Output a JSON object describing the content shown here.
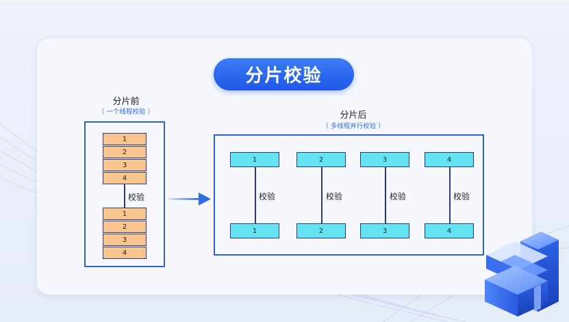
{
  "title": "分片校验",
  "before": {
    "label": "分片前",
    "sub": "（ 一个线程校验 ）",
    "top_shards": [
      "1",
      "2",
      "3",
      "4"
    ],
    "verify_label": "校验",
    "bottom_shards": [
      "1",
      "2",
      "3",
      "4"
    ]
  },
  "after": {
    "label": "分片后",
    "sub": "（ 多线程并行校验 ）",
    "columns": [
      {
        "top": "1",
        "bottom": "1",
        "verify_label": "校验"
      },
      {
        "top": "2",
        "bottom": "2",
        "verify_label": "校验"
      },
      {
        "top": "3",
        "bottom": "3",
        "verify_label": "校验"
      },
      {
        "top": "4",
        "bottom": "4",
        "verify_label": "校验"
      }
    ]
  },
  "colors": {
    "accent": "#1f58e6",
    "frame": "#2d5fd6",
    "shard_fill": "#f7c58d",
    "parallel_fill": "#64e3f2"
  }
}
